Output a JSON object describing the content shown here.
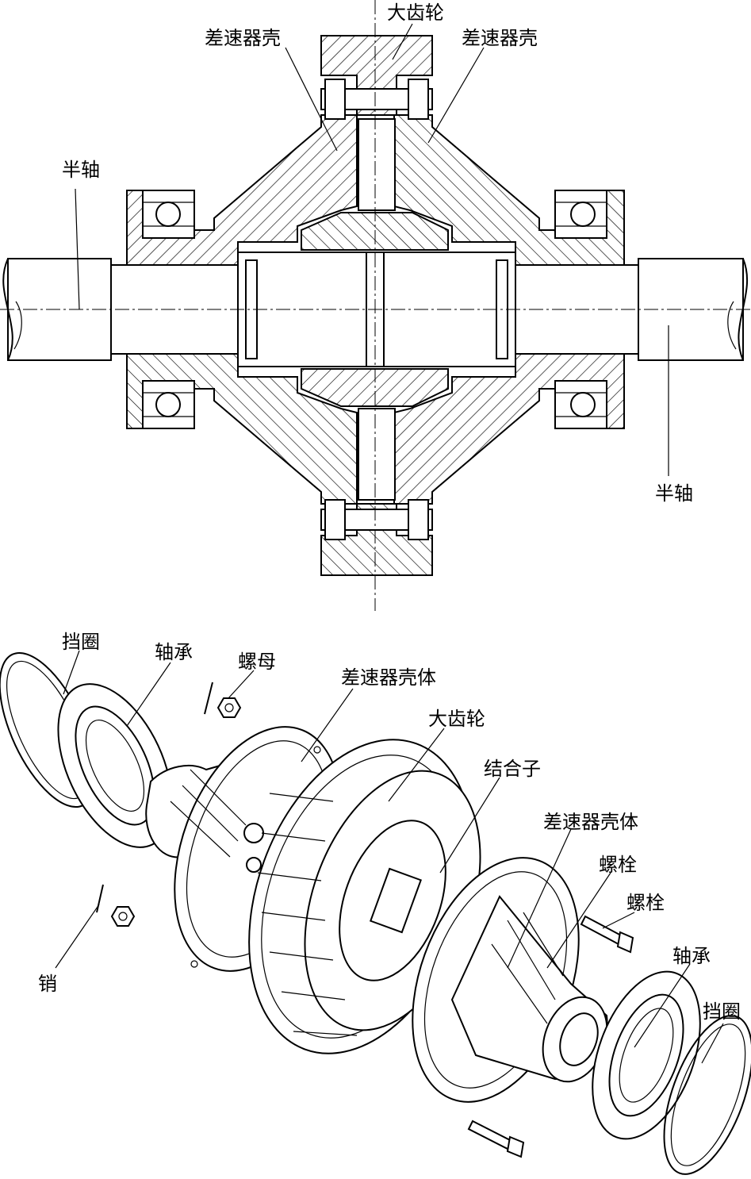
{
  "labels": {
    "big_gear_top": "大齿轮",
    "diff_case_left": "差速器壳",
    "diff_case_right": "差速器壳",
    "half_shaft_left": "半轴",
    "half_shaft_right": "半轴",
    "retainer_left": "挡圈",
    "bearing_left": "轴承",
    "nut": "螺母",
    "diff_case_body_top": "差速器壳体",
    "big_gear_exploded": "大齿轮",
    "coupler": "结合子",
    "diff_case_body_right": "差速器壳体",
    "bolt_1": "螺栓",
    "bolt_2": "螺栓",
    "bearing_right": "轴承",
    "retainer_right": "挡圈",
    "pin": "销"
  }
}
